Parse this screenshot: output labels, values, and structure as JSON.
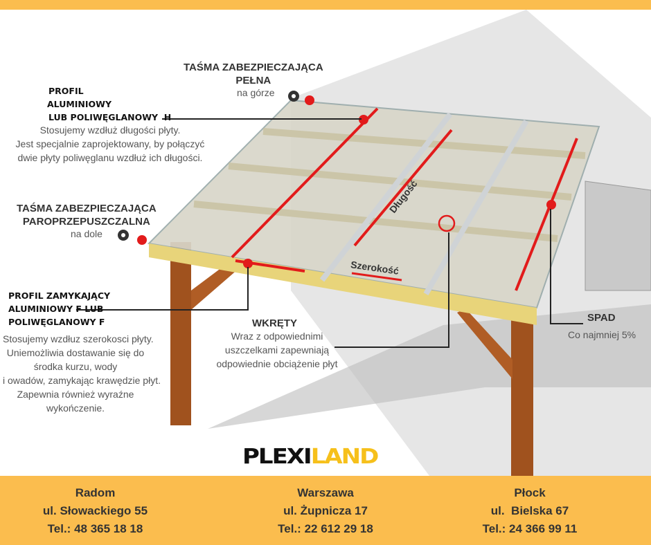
{
  "labels": {
    "tape_top_title": [
      "TAŚMA ZABEZPIECZAJĄCA",
      "PEŁNA"
    ],
    "tape_top_sub": "na górze",
    "profile_h_title": [
      "PROFIL",
      "ALUMINIOWY",
      "LUB POLIWĘGLANOWY  H"
    ],
    "profile_h_desc": [
      "Stosujemy wzdłuż długości płyty.",
      "Jest specjalnie zaprojektowany, by połączyć",
      "dwie płyty poliwęglanu wzdłuż ich długości."
    ],
    "tape_bottom_title": [
      "TAŚMA ZABEZPIECZAJĄCA",
      "PAROPRZEPUSZCZALNA"
    ],
    "tape_bottom_sub": "na dole",
    "profile_f_title": [
      "PROFIL ZAMYKAJĄCY",
      "ALUMINIOWY F LUB",
      "POLIWĘGLANOWY F"
    ],
    "profile_f_desc": [
      "Stosujemy wzdłuz szerokosci płyty.",
      "Uniemożliwia dostawanie się do",
      "środka kurzu, wody",
      "i owadów, zamykając krawędzie płyt.",
      "Zapewnia również wyraźne",
      "wykończenie."
    ],
    "screws_title": "WKRĘTY",
    "screws_desc": [
      "Wraz z odpowiednimi",
      "uszczelkami zapewniają",
      "odpowiednie obciążenie płyt"
    ],
    "slope_title": "SPAD",
    "slope_desc": "Co najmniej 5%",
    "length": "Długość",
    "width": "Szerokość"
  },
  "logo": {
    "part1": "PLEXI",
    "part2": "LAND"
  },
  "footer": [
    {
      "city": "Radom",
      "street": "ul. Słowackiego 55",
      "phone": "Tel.: 48 365 18 18"
    },
    {
      "city": "Warszawa",
      "street": "ul. Żupnicza 17",
      "phone": "Tel.: 22 612 29 18"
    },
    {
      "city": "Płock",
      "street": "ul.  Bielska 67",
      "phone": "Tel.: 24 366 99 11"
    }
  ],
  "colors": {
    "accent": "#fbbd4e",
    "red": "#e21b1b"
  }
}
